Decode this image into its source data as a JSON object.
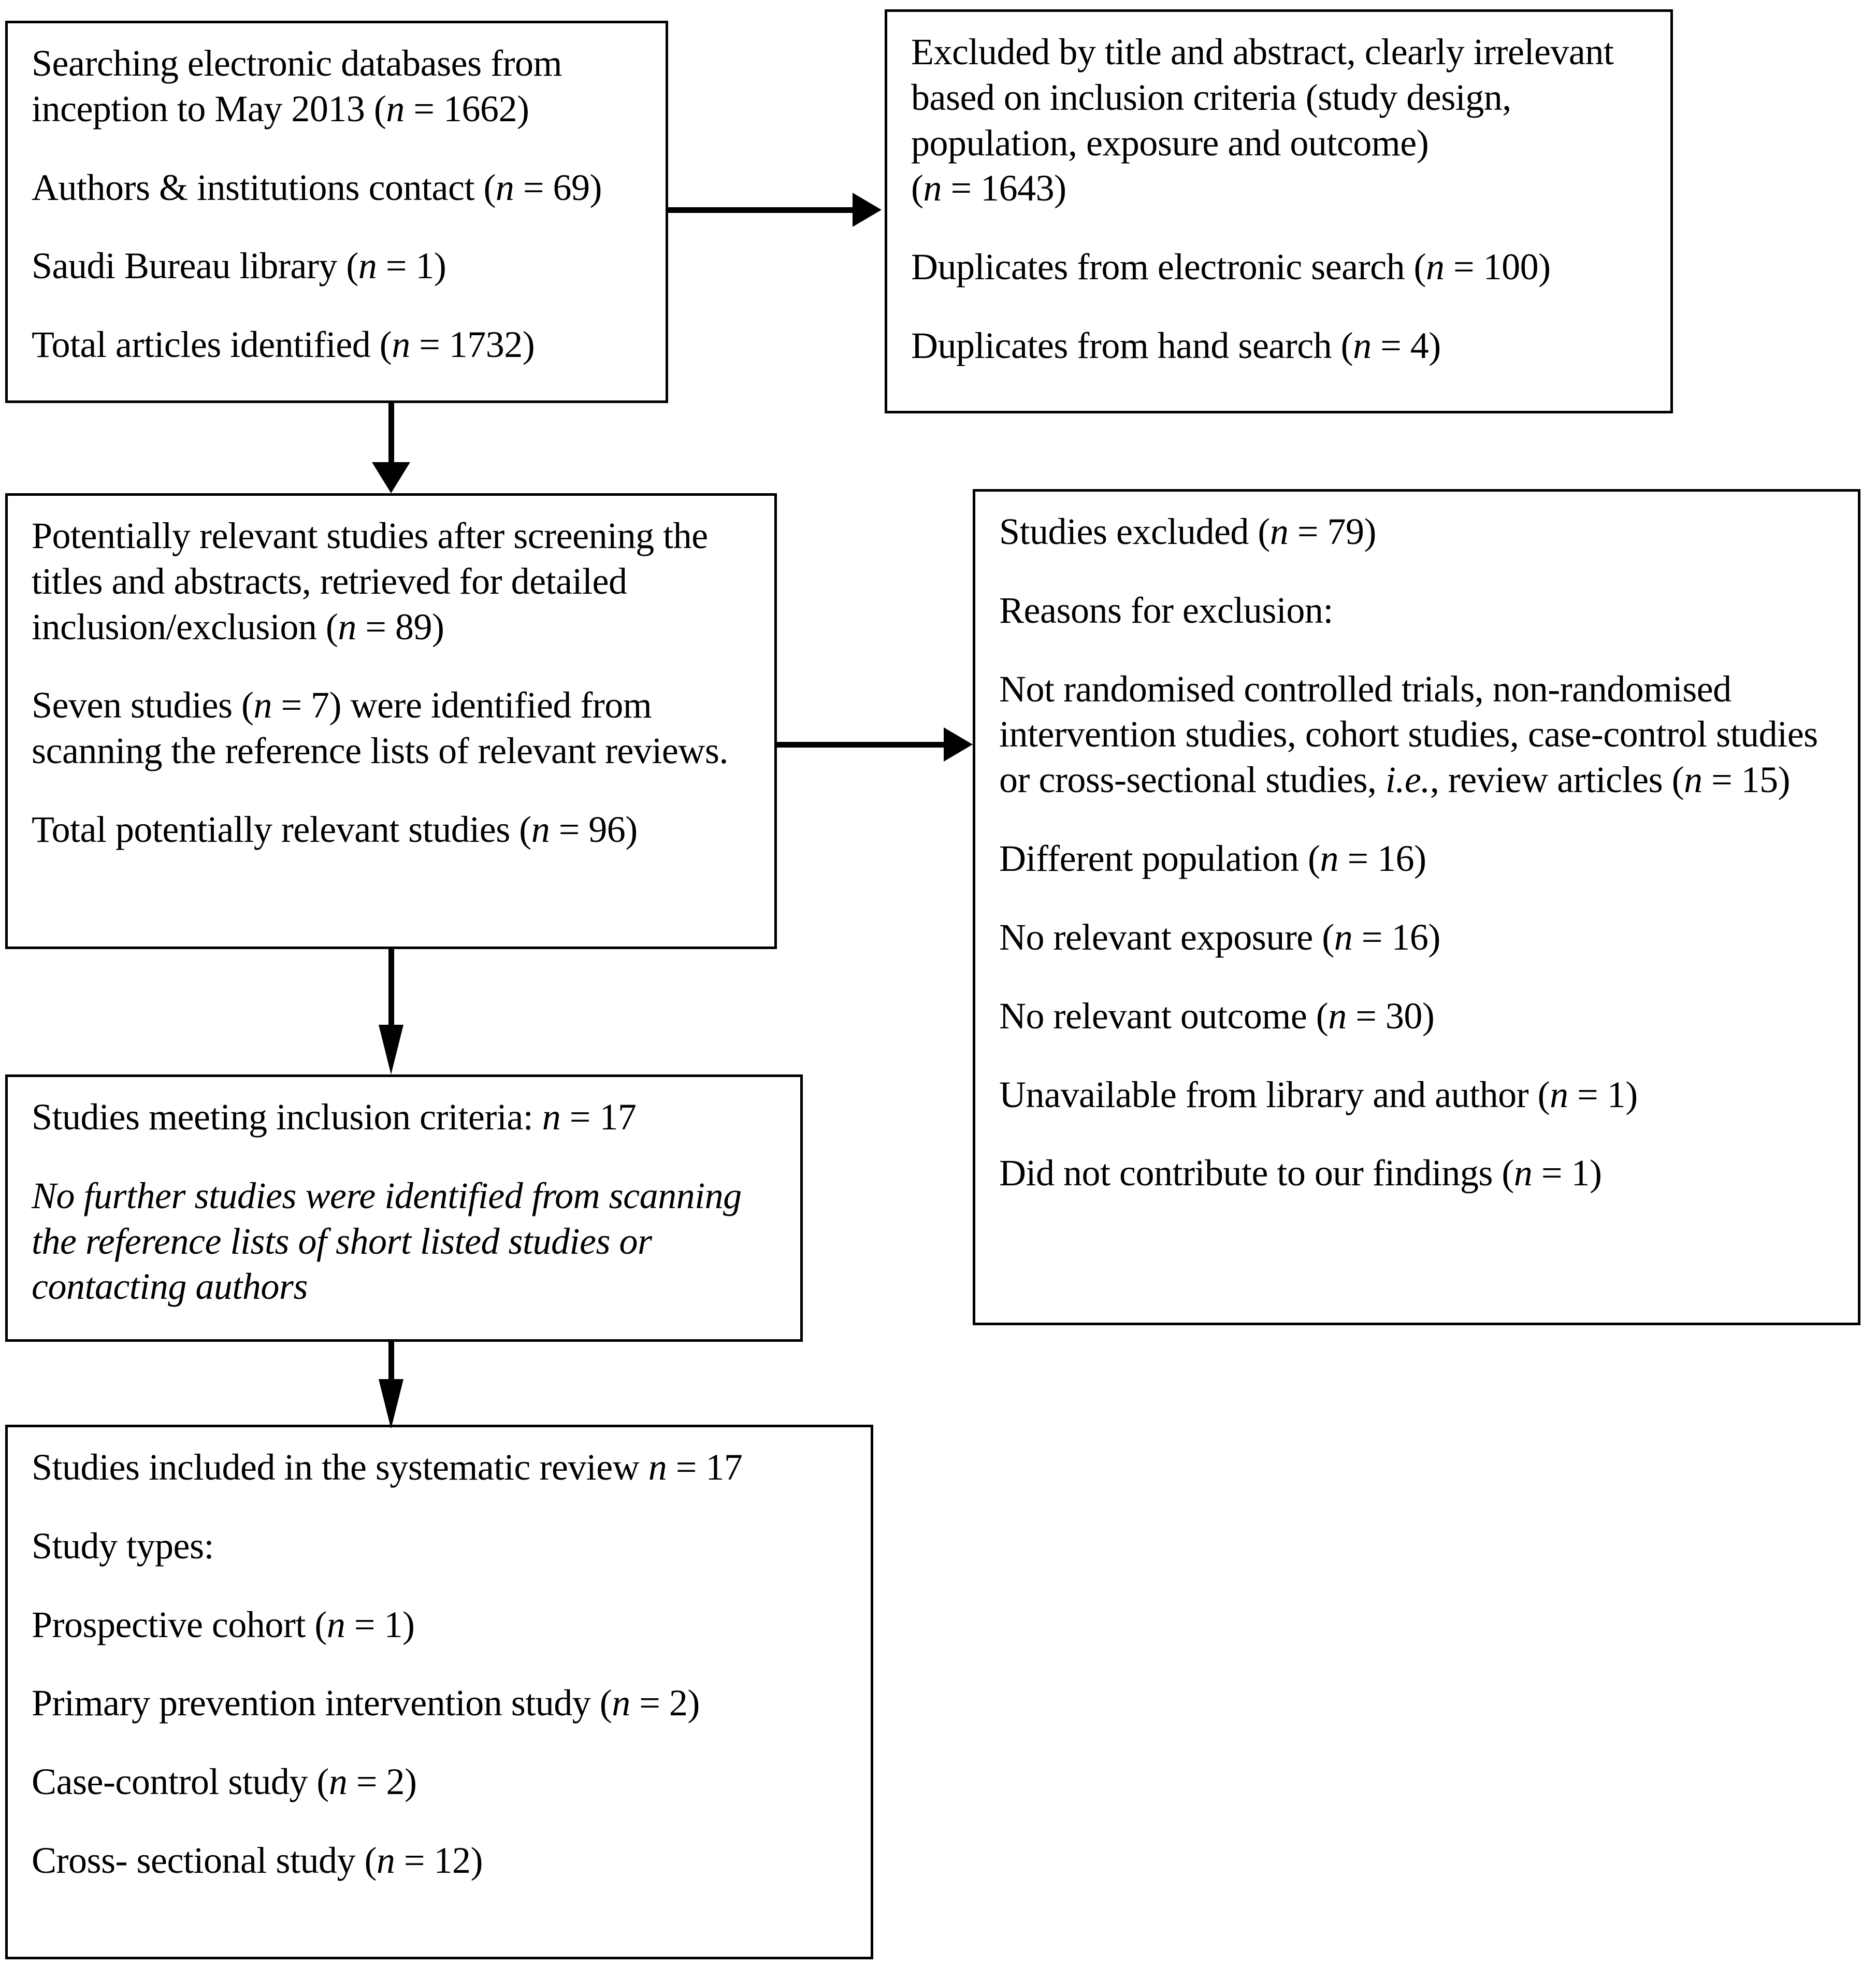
{
  "diagram": {
    "type": "prisma-flow-diagram",
    "boxes": [
      {
        "id": "identification",
        "lines": [
          "Searching electronic databases from inception to May 2013 (n = 1662)",
          "Authors & institutions contact (n = 69)",
          "Saudi Bureau library (n = 1)",
          "Total articles identified (n = 1732)"
        ]
      },
      {
        "id": "excluded-title-abstract",
        "lines": [
          "Excluded by title and abstract, clearly irrelevant based on inclusion criteria (study design, population, exposure and outcome) (n = 1643)",
          "Duplicates from electronic search (n = 100)",
          "Duplicates from hand search (n = 4)"
        ]
      },
      {
        "id": "potentially-relevant",
        "lines": [
          "Potentially relevant studies after screening the titles and abstracts, retrieved for detailed inclusion/exclusion (n = 89)",
          "Seven studies (n = 7) were identified from scanning the reference lists of relevant reviews.",
          "Total potentially relevant studies (n = 96)"
        ]
      },
      {
        "id": "studies-excluded",
        "lines": [
          "Studies excluded (n = 79)",
          "Reasons for exclusion:",
          "Not randomised controlled trials, non-randomised intervention studies, cohort studies, case-control studies or cross-sectional studies, i.e., review articles (n = 15)",
          "Different population (n = 16)",
          "No relevant exposure (n = 16)",
          "No relevant outcome (n = 30)",
          "Unavailable from library and author (n = 1)",
          "Did not contribute to our findings (n = 1)"
        ]
      },
      {
        "id": "meeting-inclusion-criteria",
        "lines": [
          "Studies meeting inclusion criteria: n = 17",
          "No further studies were identified from scanning the reference lists of short listed studies or contacting authors"
        ]
      },
      {
        "id": "included-in-review",
        "lines": [
          "Studies included in the systematic review n = 17",
          "Study types:",
          "Prospective cohort (n = 1)",
          "Primary prevention intervention study (n = 2)",
          "Case-control study (n = 2)",
          "Cross- sectional study (n = 12)"
        ]
      }
    ]
  },
  "identification": {
    "line1_a": "Searching electronic databases from",
    "line1_b": "inception to May 2013 (",
    "line1_n": "n",
    "line1_c": " = 1662)",
    "line2_a": "Authors & institutions contact (",
    "line2_n": "n",
    "line2_c": " = 69)",
    "line3_a": "Saudi Bureau library (",
    "line3_n": "n",
    "line3_c": " = 1)",
    "line4_a": "Total articles identified (",
    "line4_n": "n",
    "line4_c": " = 1732)"
  },
  "excluded_title_abstract": {
    "p1_a": "Excluded by title and abstract, clearly irrelevant based on inclusion criteria (study design, population, exposure and outcome)\n(",
    "p1_n": "n",
    "p1_c": " = 1643)",
    "p2_a": "Duplicates from electronic search (",
    "p2_n": "n",
    "p2_c": " = 100)",
    "p3_a": "Duplicates from hand search (",
    "p3_n": "n",
    "p3_c": " = 4)"
  },
  "potentially_relevant": {
    "p1_a": "Potentially relevant studies after screening the titles and abstracts, retrieved for detailed inclusion/exclusion (",
    "p1_n": "n",
    "p1_c": " = 89)",
    "p2_a": "Seven studies (",
    "p2_n": "n",
    "p2_b": " = 7) were identified from scanning the reference lists of relevant reviews.",
    "p3_a": "Total potentially relevant studies (",
    "p3_n": "n",
    "p3_c": " = 96)"
  },
  "studies_excluded": {
    "p1_a": "Studies excluded (",
    "p1_n": "n",
    "p1_c": " = 79)",
    "p2": "Reasons for exclusion:",
    "p3_a": "Not randomised controlled trials, non-randomised intervention studies, cohort studies, case-control studies or cross-sectional studies, ",
    "p3_ie": "i.e.",
    "p3_b": ", review articles (",
    "p3_n": "n",
    "p3_c": " = 15)",
    "p4_a": "Different population (",
    "p4_n": "n",
    "p4_c": " = 16)",
    "p5_a": "No relevant exposure (",
    "p5_n": "n",
    "p5_c": " = 16)",
    "p6_a": "No relevant outcome (",
    "p6_n": "n",
    "p6_c": " = 30)",
    "p7_a": "Unavailable from library and author (",
    "p7_n": "n",
    "p7_c": " = 1)",
    "p8_a": "Did not contribute to our findings (",
    "p8_n": "n",
    "p8_c": " = 1)"
  },
  "meeting_inclusion": {
    "p1_a": "Studies meeting inclusion criteria: ",
    "p1_n": "n",
    "p1_c": " = 17",
    "p2": "No further studies were identified from scanning the reference lists of short listed studies or contacting authors"
  },
  "included_review": {
    "p1_a": "Studies included in the systematic review ",
    "p1_n": "n",
    "p1_c": " = 17",
    "p2": "Study types:",
    "p3_a": "Prospective cohort (",
    "p3_n": "n",
    "p3_c": " = 1)",
    "p4_a": "Primary prevention intervention study (",
    "p4_n": "n",
    "p4_c": " = 2)",
    "p5_a": "Case-control study (",
    "p5_n": "n",
    "p5_c": " = 2)",
    "p6_a": "Cross- sectional study (",
    "p6_n": "n",
    "p6_c": " = 12)"
  },
  "colors": {
    "box_border": "#000000",
    "background": "#ffffff",
    "text": "#000000",
    "connector": "#000000"
  }
}
